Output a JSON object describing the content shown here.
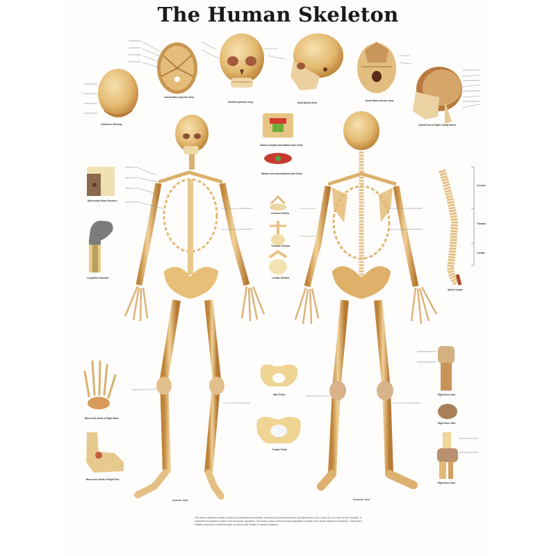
{
  "poster": {
    "title": "The Human Skeleton",
    "background": "#fefdfb",
    "bone_color": "#e8c58a",
    "bone_shadow": "#c9903e",
    "views": {
      "anterior": "Anterior View",
      "posterior": "Posterior View"
    },
    "top_row_figures": [
      {
        "id": "calvaria",
        "caption": "Calvaria or Skullcap"
      },
      {
        "id": "cranial-base-internal",
        "caption": "Cranial Base (superior view)"
      },
      {
        "id": "skull-anterior",
        "caption": "Skeleton (anterior view)"
      },
      {
        "id": "skull-lateral",
        "caption": "Skull (lateral view)"
      },
      {
        "id": "cranial-base-external",
        "caption": "Cranial Base (inferior view)"
      },
      {
        "id": "skull-median",
        "caption": "Lateral View of Right Cranial Halves"
      }
    ],
    "center_column_figures": [
      {
        "id": "atlanto-occipital",
        "caption": "Atlanto-occipital and Atlanto-axial Joints"
      },
      {
        "id": "median-atlanto-axial",
        "caption": "Median and Lateral Atlanto-axial Joints"
      },
      {
        "id": "cervical-vertebra",
        "caption": "Cervical Vertebra"
      },
      {
        "id": "thoracic-vertebra",
        "caption": "Thoracic Vertebra"
      },
      {
        "id": "lumbar-vertebra",
        "caption": "Lumbar Vertebra"
      },
      {
        "id": "male-pelvis",
        "caption": "Male Pelvis"
      },
      {
        "id": "female-pelvis",
        "caption": "Female Pelvis"
      }
    ],
    "left_column_figures": [
      {
        "id": "bone-structure",
        "caption": "Microscopic Bone Structure"
      },
      {
        "id": "long-bone",
        "caption": "Long Bone Structure"
      },
      {
        "id": "hand",
        "caption": "Bones and Joints of Right Hand"
      },
      {
        "id": "foot",
        "caption": "Bones and Joints of Right Foot"
      }
    ],
    "right_column_figures": [
      {
        "id": "spinal-column",
        "caption": "Spinal Column",
        "regions": [
          "Cervical",
          "Thoracic",
          "Lumbar"
        ]
      },
      {
        "id": "knee-anterior",
        "caption": "Right Knee Joint"
      },
      {
        "id": "knee-superior",
        "caption": "Right Knee Joint"
      },
      {
        "id": "knee-posterior",
        "caption": "Right Knee Joint"
      }
    ],
    "description": "The human skeleton consists of bony and cartilaginous elements, connected by connective tissue and ligaments in such a way as to be more or less movable. It represents the passive portion of the locomotor apparatus. The active portion of the locomotor apparatus consists of the active skeletal musculature. This portion enables movement of skeletal parts, as well as their fixation in specific positions."
  }
}
